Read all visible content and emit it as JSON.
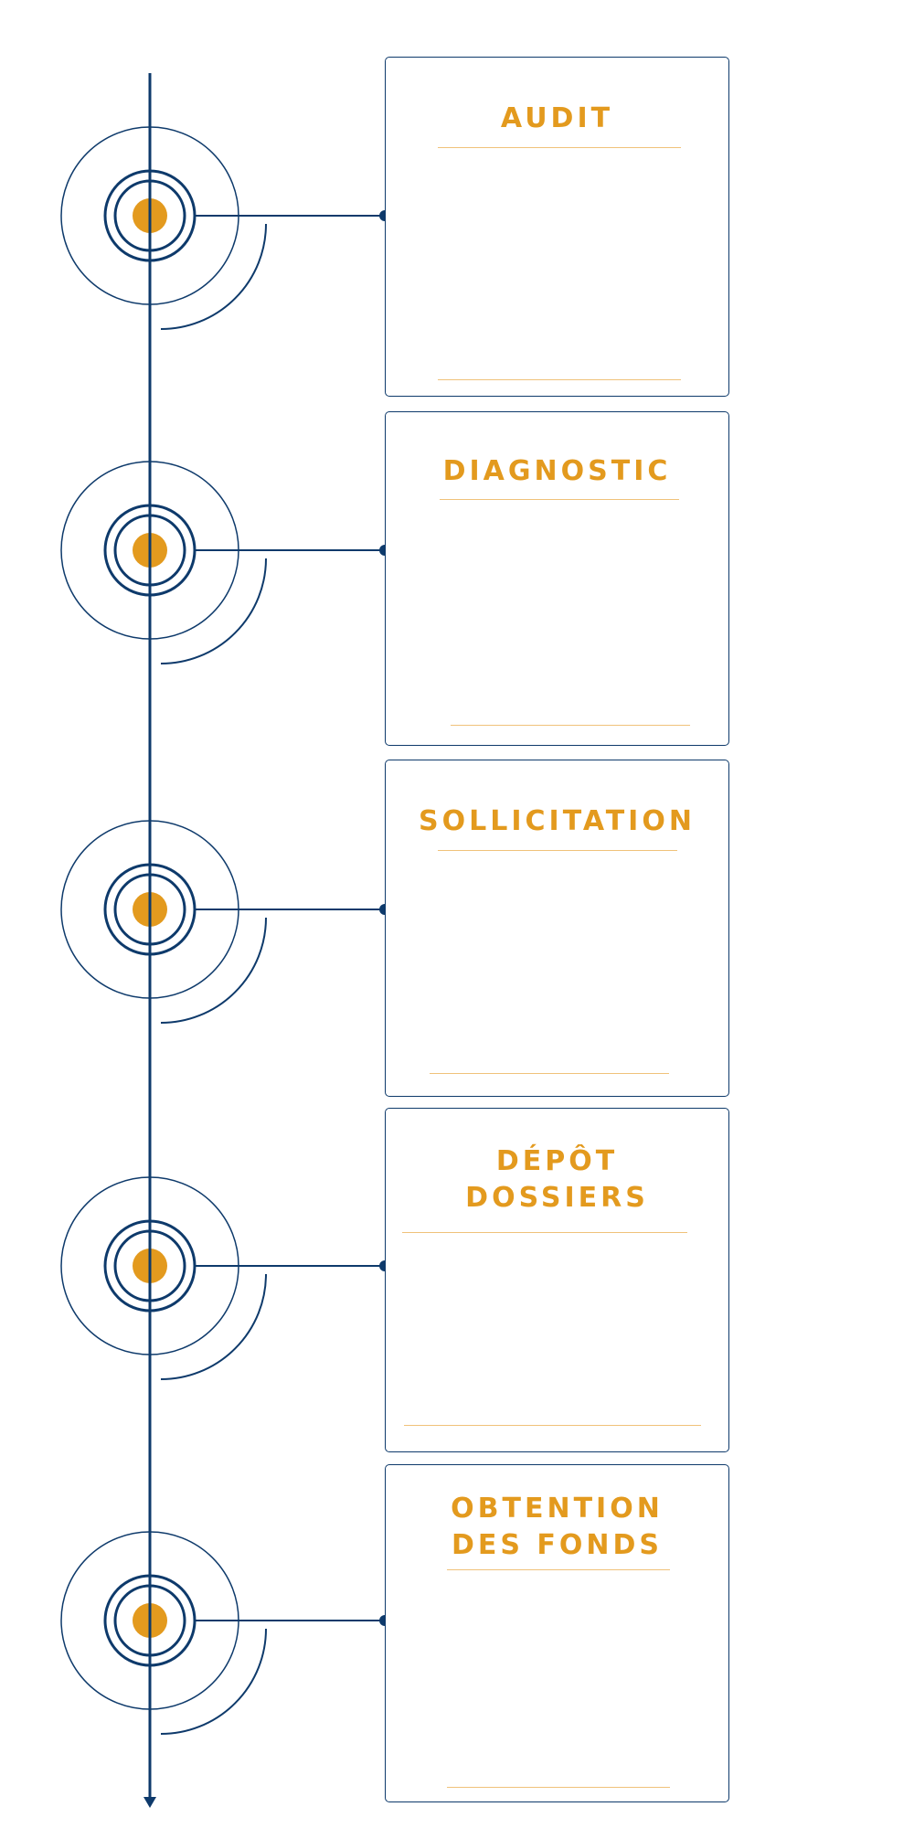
{
  "colors": {
    "navy": "#0e3a6b",
    "orange": "#e39a1e",
    "rule": "#f0c27a"
  },
  "timeline": {
    "direction_icon": "arrow-down-icon",
    "steps": [
      {
        "title_lines": [
          "AUDIT"
        ]
      },
      {
        "title_lines": [
          "DIAGNOSTIC"
        ]
      },
      {
        "title_lines": [
          "SOLLICITATION"
        ]
      },
      {
        "title_lines": [
          "DÉPÔT",
          "DOSSIERS"
        ]
      },
      {
        "title_lines": [
          "OBTENTION",
          "DES FONDS"
        ]
      }
    ]
  }
}
